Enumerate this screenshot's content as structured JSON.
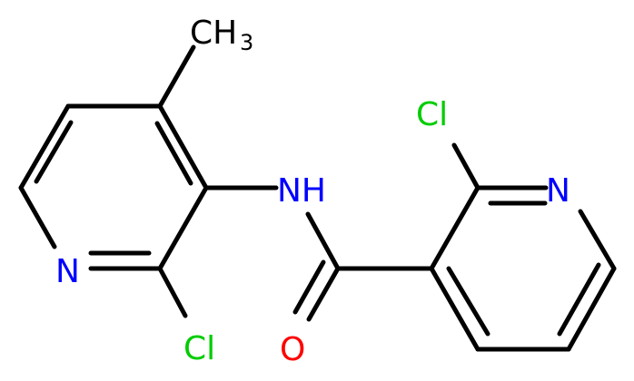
{
  "molecule": {
    "colors": {
      "carbon_bond": "#000000",
      "nitrogen": "#0000ff",
      "chlorine": "#00cc00",
      "oxygen": "#ff0000",
      "methyl": "#000000"
    },
    "labels": {
      "methyl": "CH",
      "methyl_subscript": "3",
      "amine": "NH",
      "left_ring_n": "N",
      "left_cl": "Cl",
      "right_cl": "Cl",
      "right_ring_n": "N",
      "carbonyl_o": "O"
    }
  }
}
